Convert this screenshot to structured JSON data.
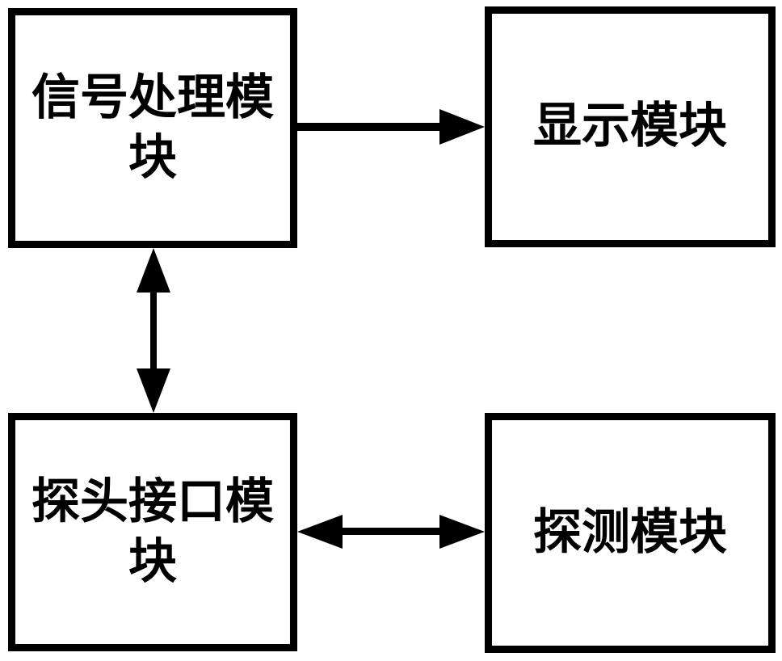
{
  "diagram": {
    "type": "block-diagram",
    "background": "#ffffff",
    "nodes": [
      {
        "id": "signal-processing",
        "label": "信号处理模块"
      },
      {
        "id": "display",
        "label": "显示模块"
      },
      {
        "id": "probe-interface",
        "label": "探头接口模块"
      },
      {
        "id": "detection",
        "label": "探测模块"
      }
    ],
    "edges": [
      {
        "from": "signal-processing",
        "to": "display",
        "direction": "one-way",
        "orientation": "horizontal"
      },
      {
        "from": "signal-processing",
        "to": "probe-interface",
        "direction": "two-way",
        "orientation": "vertical"
      },
      {
        "from": "probe-interface",
        "to": "detection",
        "direction": "two-way",
        "orientation": "horizontal"
      }
    ],
    "colors": {
      "line": "#000000",
      "node_border": "#000000",
      "node_fill": "#ffffff",
      "text": "#000000"
    }
  }
}
